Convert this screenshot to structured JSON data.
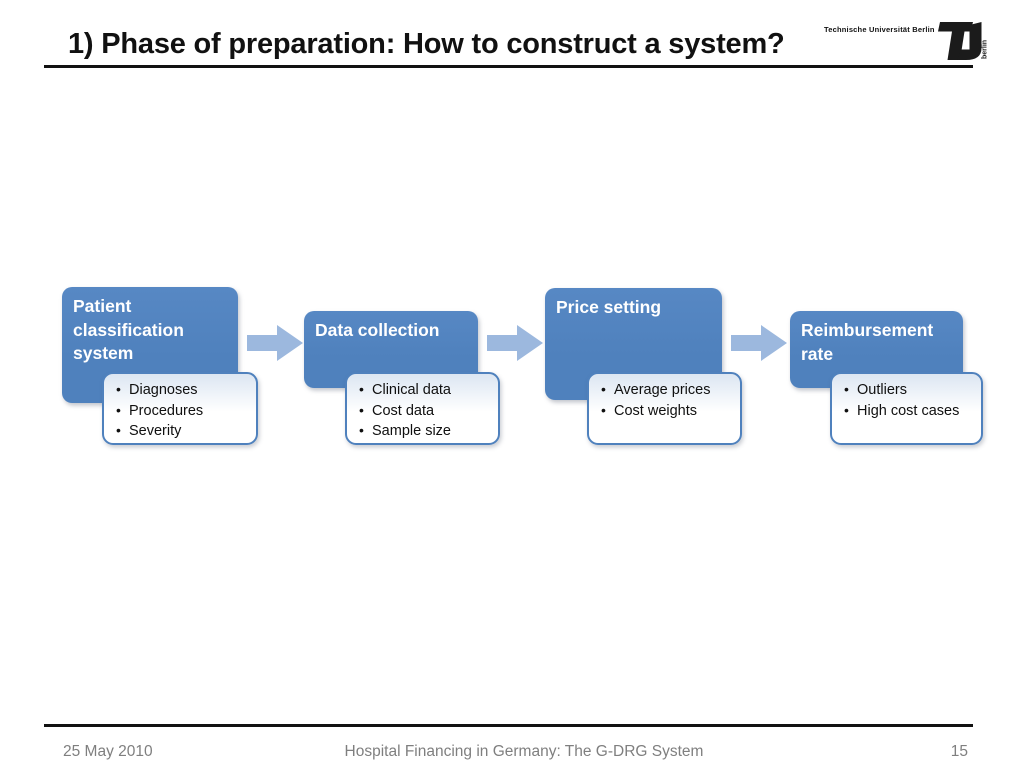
{
  "slide": {
    "title": "1) Phase of preparation: How to construct a system?"
  },
  "logo": {
    "institution": "Technische Universität Berlin",
    "mark_letters": "TU",
    "mark_sub": "berlin"
  },
  "diagram": {
    "steps": [
      {
        "title": "Patient classification system",
        "bullets": [
          "Diagnoses",
          "Procedures",
          "Severity"
        ]
      },
      {
        "title": "Data collection",
        "bullets": [
          "Clinical data",
          "Cost data",
          "Sample size"
        ]
      },
      {
        "title": "Price setting",
        "bullets": [
          "Average prices",
          "Cost weights"
        ]
      },
      {
        "title": "Reimbursement rate",
        "bullets": [
          "Outliers",
          "High cost cases"
        ]
      }
    ],
    "colors": {
      "box_fill": "#4f81bd",
      "arrow_fill": "#9cb8de",
      "sub_header_tint": "#dce6f2"
    }
  },
  "footer": {
    "date": "25 May 2010",
    "title": "Hospital Financing in Germany: The G-DRG System",
    "page_number": "15"
  }
}
